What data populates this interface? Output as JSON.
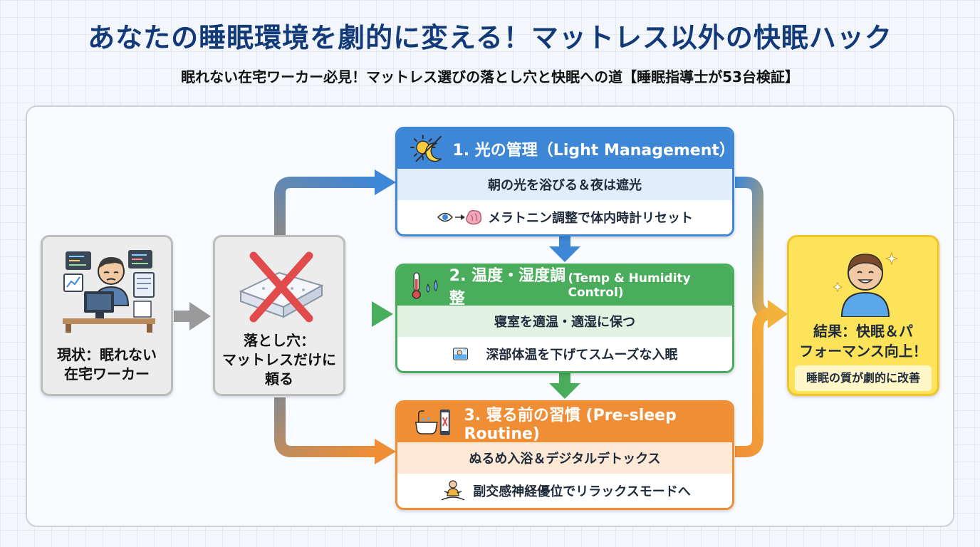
{
  "title": "あなたの睡眠環境を劇的に変える！マットレス以外の快眠ハック",
  "subtitle": "眠れない在宅ワーカー必見！マットレス選びの落とし穴と快眠への道【睡眠指導士が53台検証】",
  "current_state": {
    "label_line1": "現状：眠れない",
    "label_line2": "在宅ワーカー",
    "icon": "tired-worker-icon"
  },
  "pitfall": {
    "label_line1": "落とし穴：",
    "label_line2": "マットレスだけに",
    "label_line3": "頼る",
    "icon": "crossed-mattress-icon"
  },
  "sections": [
    {
      "title_main": "1. 光の管理（Light Management）",
      "title_en": "",
      "row1": "朝の光を浴びる＆夜は遮光",
      "row2": "メラトニン調整で体内時計リセット",
      "head_icon": "sun-moon-icon",
      "row2_icon": "eye-to-brain-icon",
      "color": "#3e86d6"
    },
    {
      "title_main": "2. 温度・湿度調整",
      "title_en": " (Temp & Humidity Control)",
      "row1": "寝室を適温・適湿に保つ",
      "row2": "深部体温を下げてスムーズな入眠",
      "head_icon": "thermometer-droplets-icon",
      "row2_icon": "sleeping-person-icon",
      "color": "#49ad5c"
    },
    {
      "title_main": "3. 寝る前の習慣 (Pre-sleep Routine)",
      "title_en": "",
      "row1": "ぬるめ入浴＆デジタルデトックス",
      "row2": "副交感神経優位でリラックスモードへ",
      "head_icon": "bathtub-phone-icon",
      "row2_icon": "meditation-icon",
      "color": "#f08e36"
    }
  ],
  "result": {
    "title_line1": "結果：快眠＆パ",
    "title_line2": "フォーマンス向上！",
    "sub": "睡眠の質が劇的に改善",
    "icon": "happy-person-icon",
    "color": "#fde35a"
  }
}
